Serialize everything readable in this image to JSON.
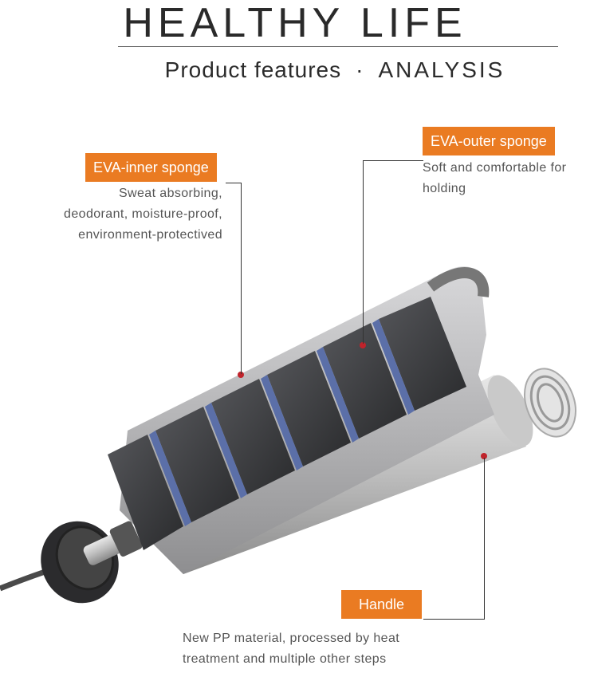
{
  "header": {
    "title": "HEALTHY LIFE",
    "subtitle_left": "Product features",
    "subtitle_sep": "·",
    "subtitle_right": "ANALYSIS"
  },
  "callouts": {
    "inner": {
      "tag": "EVA-inner sponge",
      "desc": [
        "Sweat absorbing,",
        "deodorant, moisture-proof,",
        "environment-protectived"
      ]
    },
    "outer": {
      "tag": "EVA-outer sponge",
      "desc": [
        "Soft and comfortable for",
        "holding"
      ]
    },
    "handle": {
      "tag": "Handle",
      "desc": [
        "New PP material, processed by heat",
        "treatment and multiple other steps"
      ]
    }
  },
  "colors": {
    "accent": "#ea7b22",
    "marker": "#c0232b",
    "foam": "#3a3b3d",
    "sponge_blue": "#5b6fa8",
    "shell": "#b9b9bb"
  }
}
